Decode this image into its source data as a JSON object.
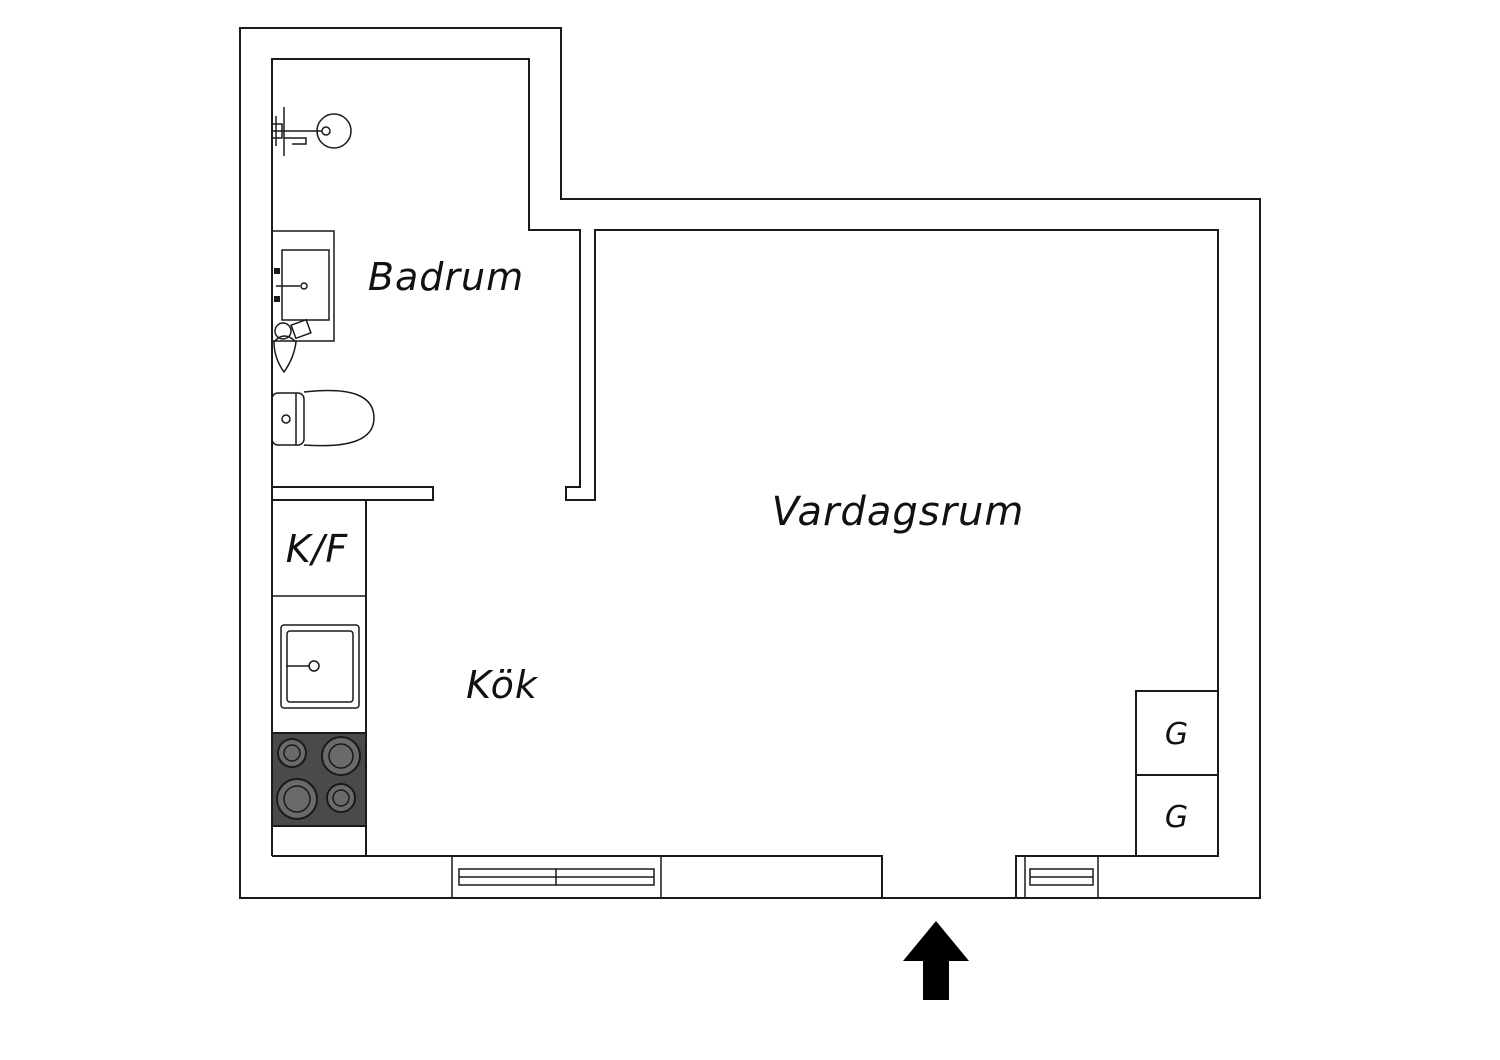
{
  "rooms": {
    "bathroom": "Badrum",
    "living_room": "Vardagsrum",
    "kitchen": "Kök",
    "fridge_freezer": "K/F",
    "wardrobe_1": "G",
    "wardrobe_2": "G"
  },
  "colors": {
    "wall_stroke": "#1a1a1a",
    "stove_top": "#4a4a4a",
    "entrance_arrow": "#000000"
  },
  "icons": {
    "entrance": "arrow-up-icon",
    "shower": "shower-icon",
    "sink": "washbasin-icon",
    "toilet": "toilet-icon",
    "kitchen_sink": "kitchen-sink-icon",
    "stove": "stove-icon"
  }
}
